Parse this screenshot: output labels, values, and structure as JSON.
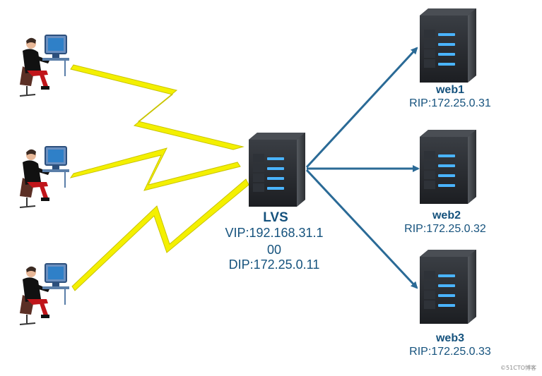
{
  "lvs": {
    "name": "LVS",
    "vip_line1": "VIP:192.168.31.1",
    "vip_line2": "00",
    "dip": "DIP:172.25.0.11"
  },
  "web_servers": [
    {
      "name": "web1",
      "rip": "RIP:172.25.0.31"
    },
    {
      "name": "web2",
      "rip": "RIP:172.25.0.32"
    },
    {
      "name": "web3",
      "rip": "RIP:172.25.0.33"
    }
  ],
  "clients": [
    {
      "icon": "user-at-computer-icon"
    },
    {
      "icon": "user-at-computer-icon"
    },
    {
      "icon": "user-at-computer-icon"
    }
  ],
  "watermark": "©51CTO博客",
  "colors": {
    "label": "#15527d",
    "arrow": "#2a6a96",
    "lightning": "#f4f000",
    "server_body": "#2b2e33",
    "server_led": "#4ab4ff"
  }
}
